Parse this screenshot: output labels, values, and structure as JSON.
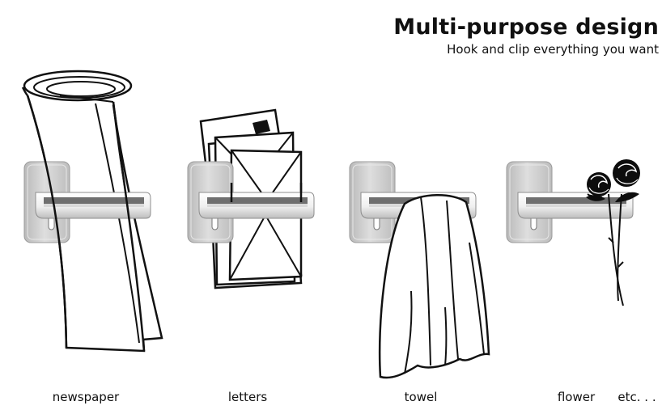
{
  "header": {
    "title": "Multi-purpose design",
    "subtitle": "Hook and clip everything you want"
  },
  "captions": {
    "newspaper": "newspaper",
    "letters": "letters",
    "towel": "towel",
    "flower": "flower",
    "etc": "etc. . ."
  },
  "colors": {
    "line": "#111111",
    "plate": "#cfcfcf",
    "handle": "#f2f2f2",
    "rose": "#0d0d0d"
  }
}
